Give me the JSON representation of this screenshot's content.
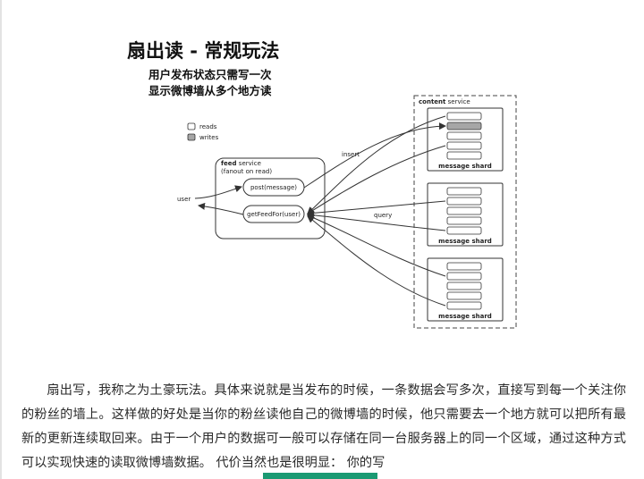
{
  "figure": {
    "title": "扇出读 - 常规玩法",
    "subtitle_lines": [
      "用户发布状态只需写一次",
      "显示微博墙从多个地方读"
    ],
    "legend": {
      "reads": "reads",
      "writes": "writes"
    },
    "feed_service": {
      "title": "feed",
      "title_suffix": "service",
      "subtitle": "(fanout on read)",
      "post_label": "post(message)",
      "get_label": "getFeedFor(user)"
    },
    "user_label": "user",
    "insert_label": "insert",
    "query_label": "query",
    "content_service": {
      "title": "content",
      "title_suffix": "service"
    },
    "shard_label": "message shard",
    "shard_count": 3,
    "colors": {
      "write_fill": "#a6a6a6",
      "read_fill": "#ffffff",
      "line": "#333333"
    }
  },
  "article": {
    "paragraph": "扇出写，我称之为土豪玩法。具体来说就是当发布的时候，一条数据会写多次，直接写到每一个关注你的粉丝的墙上。这样做的好处是当你的粉丝读他自己的微博墙的时候，他只需要去一个地方就可以把所有最新的更新连续取回来。由于一个用户的数据可一般可以存储在同一台服务器上的同一个区域，通过这种方式可以实现快速的读取微博墙数据。 代价当然也是很明显： 你的写"
  }
}
